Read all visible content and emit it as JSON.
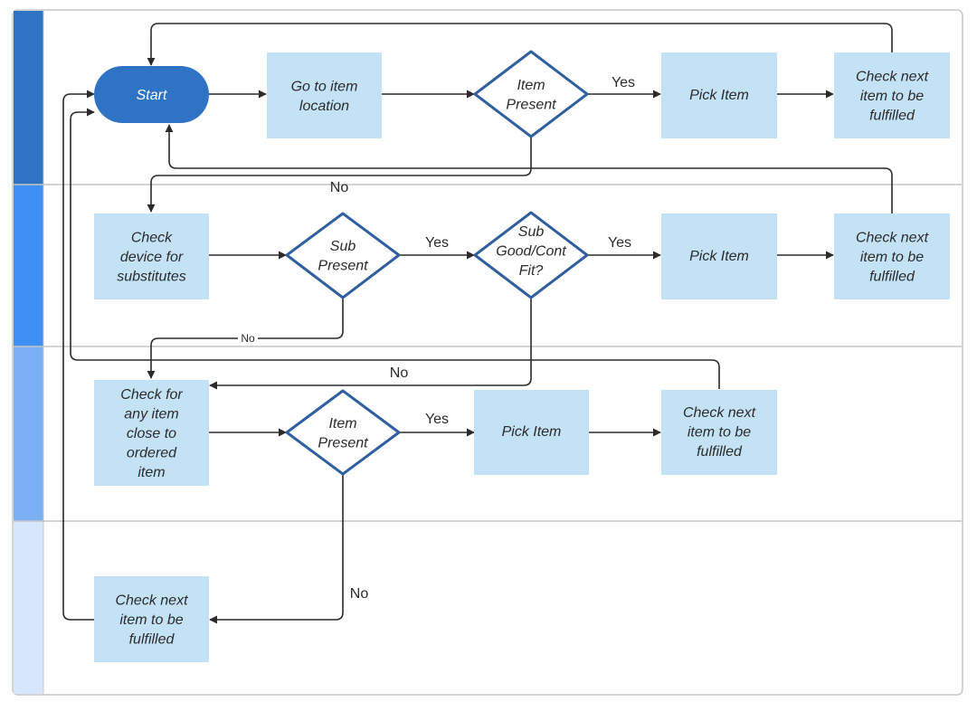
{
  "colors": {
    "lane1": "#2f74c4",
    "lane2": "#3f8ff5",
    "lane3": "#7cb0f5",
    "lane4": "#d6e6fb",
    "box_fill": "#c3e2f6",
    "start_fill": "#2f74c4",
    "diamond_stroke": "#2f5f9e",
    "line": "#2b2b2b",
    "frame": "#c6c6c6"
  },
  "nodes": {
    "start": "Start",
    "go_to_location": [
      "Go to item",
      "location"
    ],
    "item_present_1": [
      "Item",
      "Present"
    ],
    "pick_item_1": "Pick Item",
    "check_next_1": [
      "Check next",
      "item to be",
      "fulfilled"
    ],
    "check_device": [
      "Check",
      "device for",
      "substitutes"
    ],
    "sub_present": [
      "Sub",
      "Present"
    ],
    "sub_good_fit": [
      "Sub",
      "Good/Cont",
      "Fit?"
    ],
    "pick_item_2": "Pick Item",
    "check_next_2": [
      "Check next",
      "item to be",
      "fulfilled"
    ],
    "check_close_item": [
      "Check for",
      "any item",
      "close to",
      "ordered",
      "item"
    ],
    "item_present_2": [
      "Item",
      "Present"
    ],
    "pick_item_3": "Pick Item",
    "check_next_3": [
      "Check next",
      "item to be",
      "fulfilled"
    ],
    "check_next_4": [
      "Check next",
      "item to be",
      "fulfilled"
    ]
  },
  "edge_labels": {
    "yes_1": "Yes",
    "no_1": "No",
    "yes_2": "Yes",
    "yes_3": "Yes",
    "no_2": "No",
    "no_3": "No",
    "yes_4": "Yes",
    "no_4": "No"
  }
}
